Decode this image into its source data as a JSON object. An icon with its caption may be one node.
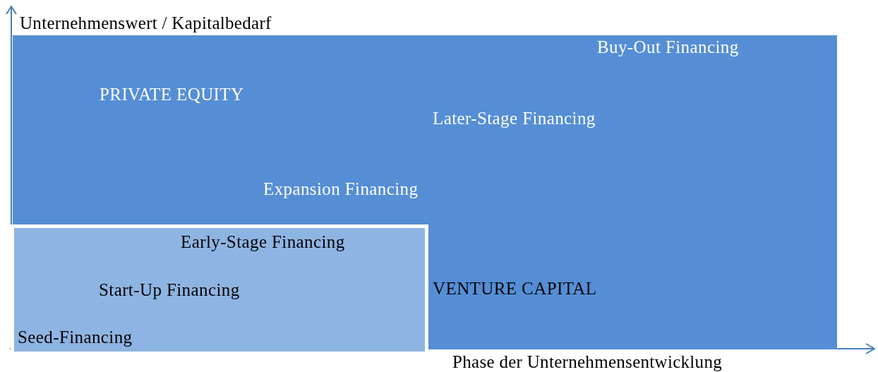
{
  "diagram": {
    "nodes": [
      {
        "text": [
          "Buy-Out Financing",
          "PRIVATE EQUITY",
          "Later-Stage Financing",
          "Expansion Financing",
          "VENTURE CAPITAL"
        ]
      },
      {
        "text": [
          "Early-Stage Financing",
          "Start-Up Financing",
          "Seed-Financing"
        ],
        "in": 0
      }
    ],
    "labels": [
      "Unternehmenswert / Kapitalbedarf",
      "Phase der Unternehmensentwicklung"
    ]
  }
}
